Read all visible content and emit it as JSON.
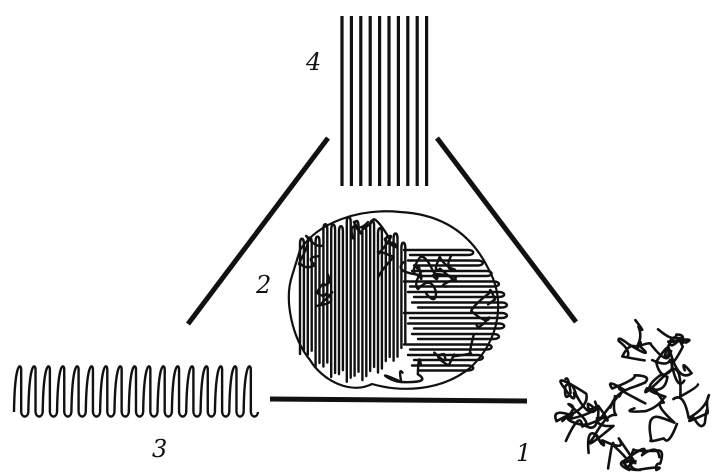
{
  "labels": {
    "state_1": "1",
    "state_2": "2",
    "state_3": "3",
    "state_4": "4"
  },
  "colors": {
    "ink": "#111111",
    "background": "#ffffff"
  }
}
